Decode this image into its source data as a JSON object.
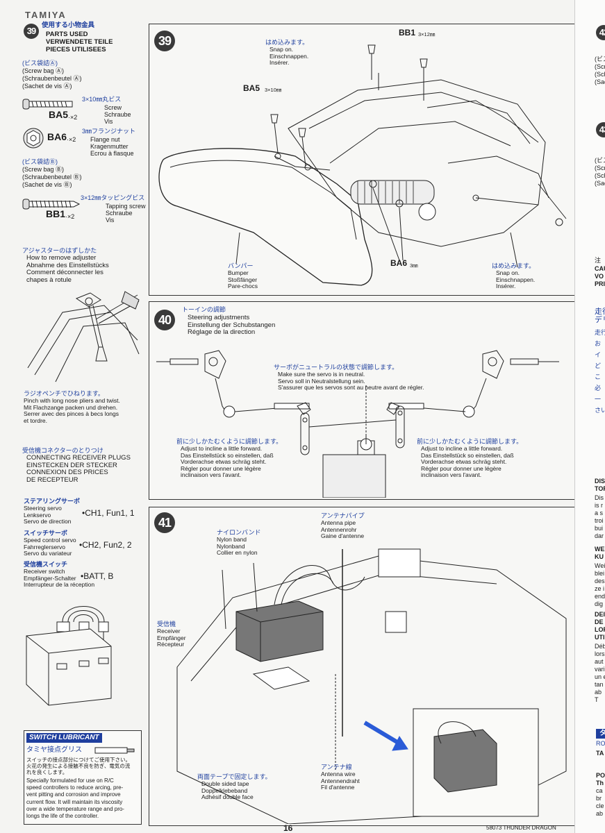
{
  "header_stamp": "TAMIYA",
  "left": {
    "step39_num": "39",
    "parts_used_jp": "使用する小物金具",
    "parts_used": [
      "PARTS USED",
      "VERWENDETE TEILE",
      "PIECES UTILISEES"
    ],
    "bagA": [
      "(ビス袋詰Ⓐ)",
      "(Screw bag Ⓐ)",
      "(Schraubenbeutel Ⓐ)",
      "(Sachet de vis Ⓐ)"
    ],
    "ba5": {
      "code": "BA5",
      "qty": "·×2",
      "size_jp": "3×10㎜丸ビス",
      "desc": [
        "Screw",
        "Schraube",
        "Vis"
      ]
    },
    "ba6": {
      "code": "BA6",
      "qty": "·×2",
      "size_jp": "3㎜フランジナット",
      "desc": [
        "Flange nut",
        "Kragenmutter",
        "Ecrou à flasque"
      ]
    },
    "bagB": [
      "(ビス袋詰Ⓑ)",
      "(Screw bag Ⓑ)",
      "(Schraubenbeutel Ⓑ)",
      "(Sachet de vis Ⓑ)"
    ],
    "bb1": {
      "code": "BB1",
      "qty": "·×2",
      "size_jp": "3×12㎜タッピングビス",
      "desc": [
        "Tapping screw",
        "Schraube",
        "Vis"
      ]
    },
    "adjuster_title_jp": "アジャスターのはずしかた",
    "adjuster_title": [
      "How to remove adjuster",
      "Abnahme des Einstellstücks",
      "Comment déconnecter les",
      "chapes à rotule"
    ],
    "pliers_jp": "ラジオペンチでひねります。",
    "pliers": [
      "Pinch with long nose pliers and twist.",
      "Mit Flachzange packen und drehen.",
      "Serrer avec des pinces à becs longs",
      "et tordre."
    ],
    "receiver_title_jp": "受信機コネクターのとりつけ",
    "receiver_title": [
      "CONNECTING RECEIVER PLUGS",
      "EINSTECKEN DER STECKER",
      "CONNEXION DES PRICES",
      "DE RECEPTEUR"
    ],
    "steering_servo_jp": "ステアリングサーボ",
    "steering_servo": [
      "Steering servo",
      "Lenkservo",
      "Servo de direction"
    ],
    "steering_ch": "•CH1, Fun1, 1",
    "speed_switch_jp": "スイッチサーボ",
    "speed_servo": [
      "Speed control servo",
      "Fahrreglerservo",
      "Servo du variateur"
    ],
    "speed_ch": "•CH2, Fun2, 2",
    "rx_switch_jp": "受信機スイッチ",
    "rx_switch": [
      "Receiver switch",
      "Empfänger-Schalter",
      "Interrupteur de la réception"
    ],
    "rx_batt": "•BATT, B",
    "lubricant_badge": "SWITCH LUBRICANT",
    "lubricant_jp": "タミヤ接点グリス",
    "lubricant_jp_text": [
      "スイッチの接点部分につけてご使用下さい。",
      "火花の発生による接触不良を防ぎ、電気の流",
      "れを良くします。"
    ],
    "lubricant_text": [
      "Specially formulated for use on R/C",
      "speed controllers to reduce arcing, pre-",
      "vent pitting and corrosion and improve",
      "current flow. It will maintain its viscosity",
      "over a wide temperature range and pro-",
      "longs the life of the controller."
    ]
  },
  "step39": {
    "num": "39",
    "snap_jp": "はめ込みます。",
    "snap": [
      "Snap on.",
      "Einschnappen.",
      "Insérer."
    ],
    "bb1_label": "BB1",
    "bb1_size": "3×12㎜",
    "ba5_label": "BA5",
    "ba5_size": "3×10㎜",
    "ba6_label": "BA6",
    "ba6_size": "3㎜",
    "bumper_jp": "バンパー",
    "bumper": [
      "Bumper",
      "Stoßfänger",
      "Pare-chocs"
    ],
    "snap2_jp": "はめ込みます。",
    "snap2": [
      "Snap on.",
      "Einschnappen.",
      "Insérer."
    ]
  },
  "step40": {
    "num": "40",
    "title_jp": "トーインの調節",
    "title": [
      "Steering adjustments",
      "Einstellung der Schubstangen",
      "Réglage de la direction"
    ],
    "neutral_jp": "サーボがニュートラルの状態で調節します。",
    "neutral": [
      "Make sure the servo is in neutral.",
      "Servo soll in Neutralstellung sein.",
      "S'assurer que les servos sont au neutre avant de régler."
    ],
    "left_jp": "前に少しかたむくように調節します。",
    "left": [
      "Adjust to incline a little forward.",
      "Das Einstellstück so einstellen, daß",
      "Vorderachse etwas schräg steht.",
      "Régler pour donner une légère",
      "inclinaison vers l'avant."
    ],
    "right_jp": "前に少しかたむくように調節します。",
    "right": [
      "Adjust to incline a little forward.",
      "Das Einstellstück so einstellen, daß",
      "Vorderachse etwas schräg steht.",
      "Régler pour donner une légère",
      "inclinaison vers l'avant."
    ]
  },
  "step41": {
    "num": "41",
    "antenna_pipe_jp": "アンテナパイプ",
    "antenna_pipe": [
      "Antenna pipe",
      "Antennenrohr",
      "Gaine d'antenne"
    ],
    "nylon_jp": "ナイロンバンド",
    "nylon": [
      "Nylon band",
      "Nylonband",
      "Collier en nylon"
    ],
    "receiver_jp": "受信機",
    "receiver": [
      "Receiver",
      "Empfänger",
      "Récepteur"
    ],
    "tape_jp": "両面テープで固定します。",
    "tape": [
      "Double sided tape",
      "Doppelklebeband",
      "Adhésif double face"
    ],
    "wire_jp": "アンテナ線",
    "wire": [
      "Antenna wire",
      "Antennendraht",
      "Fil d'antenne"
    ]
  },
  "footer": {
    "page": "16",
    "model": "58073 THUNDER DRAGON"
  },
  "right_edge": {
    "num42": "42",
    "num43": "43",
    "fragments": [
      "(ビス",
      "(Scr",
      "(Sch",
      "(Sac",
      "(ビス",
      "(Scr",
      "(Sch",
      "(Sac",
      "注",
      "CAU",
      "VO",
      "PRI",
      "走行",
      "デリ",
      "走行",
      "お",
      "イ",
      "ど",
      "こ",
      "必",
      "一",
      "さい",
      "DIS",
      "TOF",
      "Dis",
      "is r",
      "a s",
      "troi",
      "bui",
      "dar",
      "WE",
      "KU",
      "Wei",
      "blei",
      "des",
      "ze i",
      "end",
      "dig",
      "DEI",
      "DE",
      "LOF",
      "UTI",
      "Déb",
      "lors",
      "aut",
      "vari",
      "un e",
      "tan",
      "ab",
      "T",
      "タ",
      "RO",
      "TA",
      "PO",
      "Th",
      "ca",
      "br",
      "cle",
      "ab"
    ]
  }
}
